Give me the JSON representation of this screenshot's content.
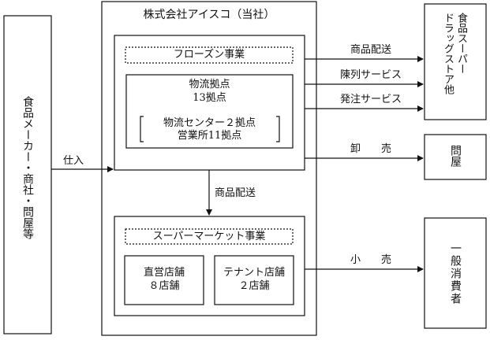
{
  "left_box": {
    "text": "食品メーカー・商社・問屋等"
  },
  "purchase_label": "仕入",
  "company": {
    "title": "株式会社アイスコ（当社）"
  },
  "frozen": {
    "title": "フローズン事業",
    "base_line1": "物流拠点",
    "base_line2": "13拠点",
    "sub_line1": "物流センター２拠点",
    "sub_line2": "営業所11拠点"
  },
  "mid_arrow_label": "商品配送",
  "super": {
    "title": "スーパーマーケット事業",
    "direct_line1": "直営店舗",
    "direct_line2": "８店舗",
    "tenant_line1": "テナント店舗",
    "tenant_line2": "２店舗"
  },
  "arrows": {
    "delivery": "商品配送",
    "display": "陳列サービス",
    "order": "発注サービス",
    "wholesale": "卸　　売",
    "retail": "小　　売"
  },
  "right_boxes": {
    "drugstore_col1": "食品スーパー",
    "drugstore_col2": "ドラッグストア他",
    "wholesaler": "問屋",
    "consumer": "一般消費者"
  }
}
